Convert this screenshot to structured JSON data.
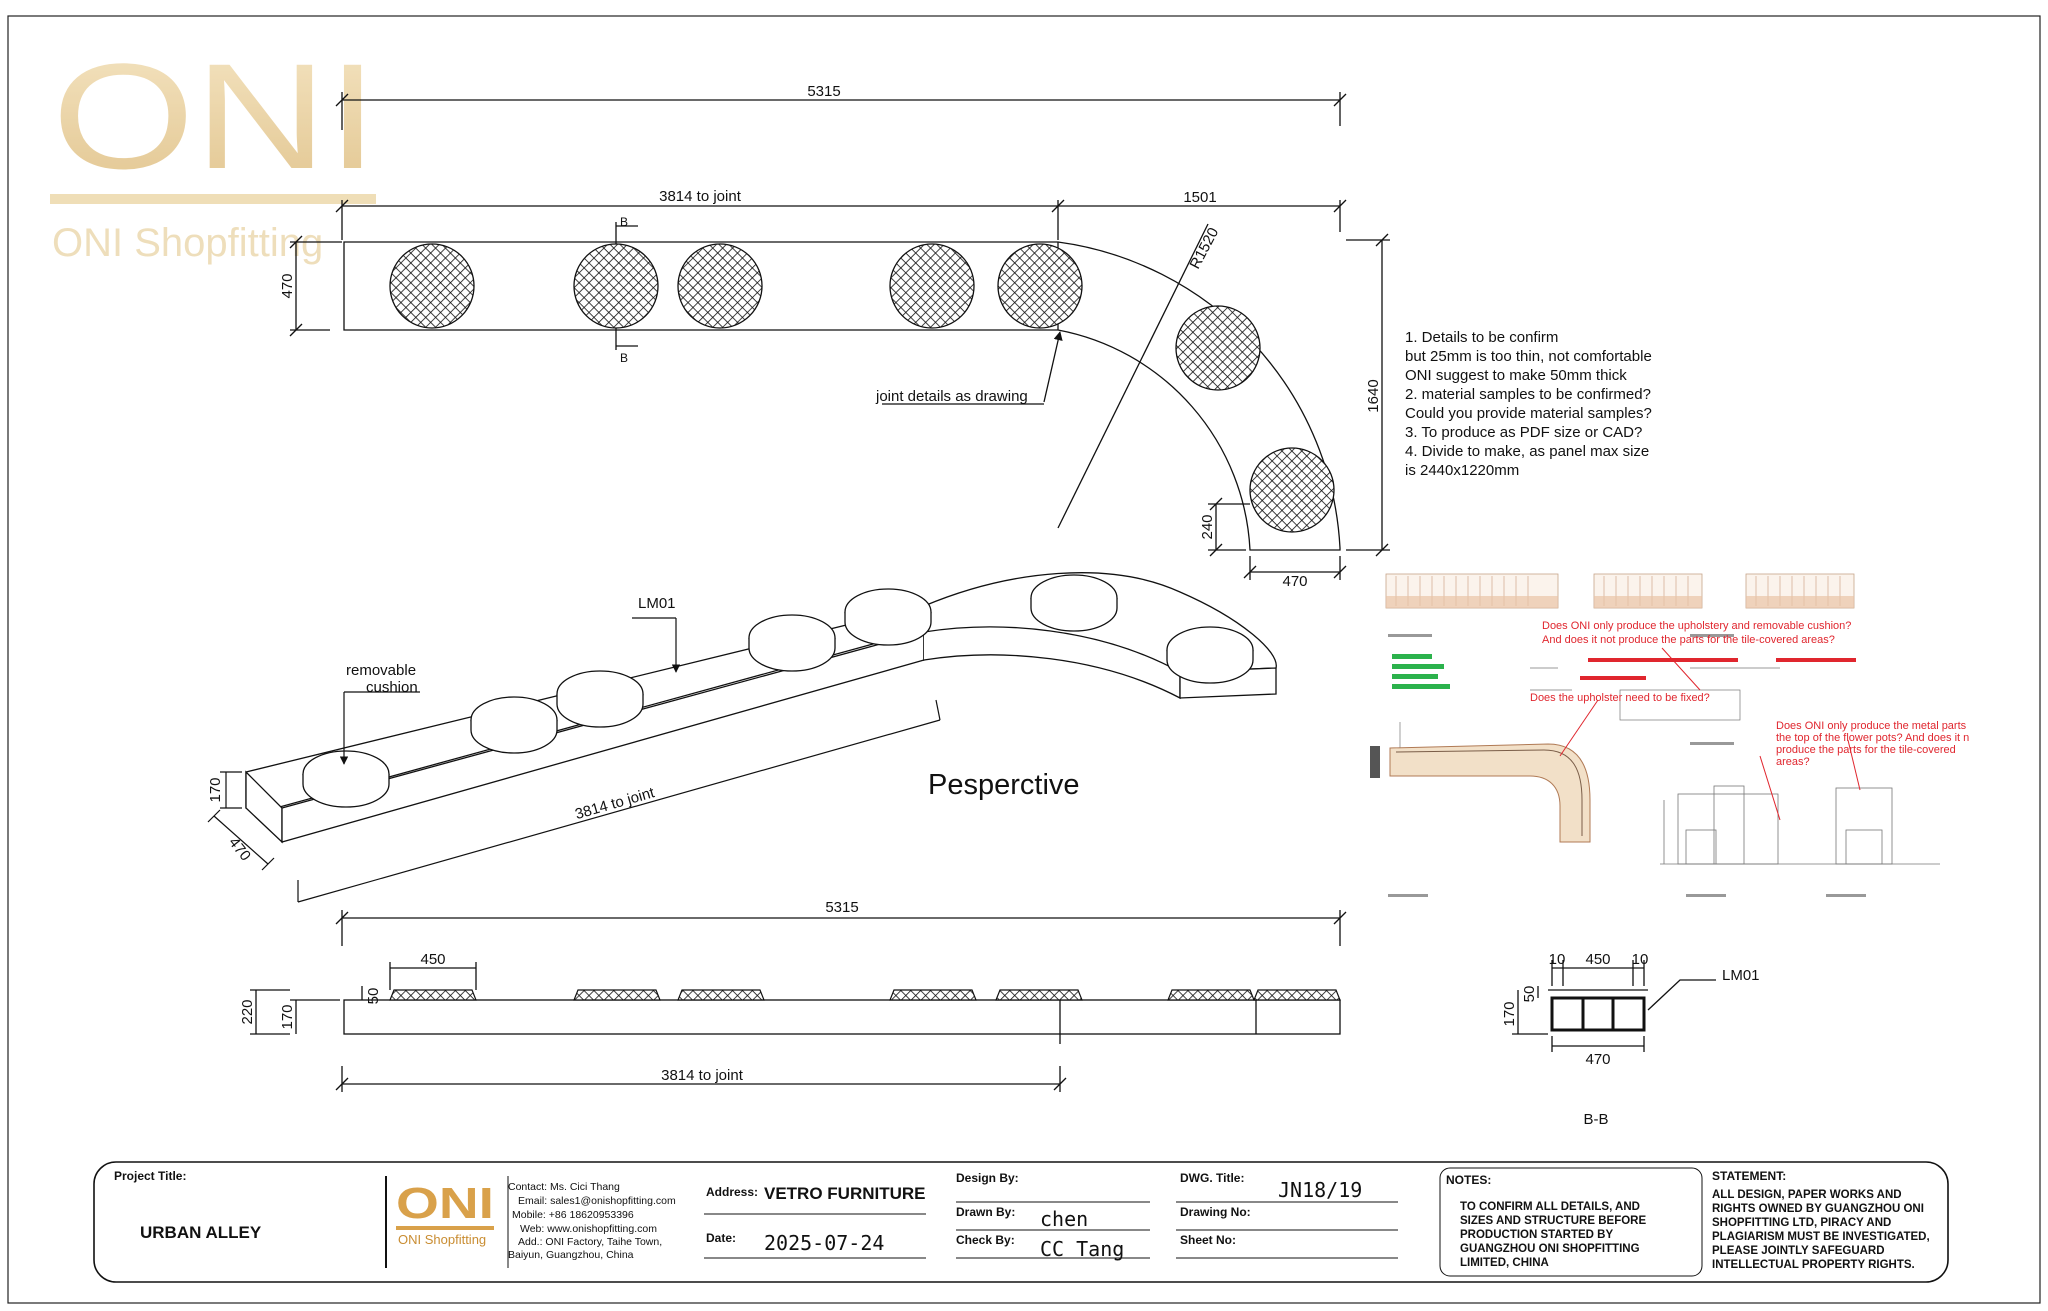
{
  "watermark": {
    "logo_text": "ONI",
    "logo_sub": "ONI Shopfitting"
  },
  "plan": {
    "dim_total": "5315",
    "dim_to_joint": "3814 to joint",
    "dim_right": "1501",
    "dim_radius": "R1520",
    "dim_width": "470",
    "dim_height": "1640",
    "dim_end_length": "240",
    "dim_end_width": "470",
    "section_mark": "B",
    "joint_note": "joint details as drawing"
  },
  "notes": [
    "1.       Details to be confirm",
    "but 25mm is too thin, not comfortable",
    "ONI suggest to make 50mm thick",
    "2.       material samples to be confirmed?",
    "Could you provide material samples?",
    "3.       To produce as PDF size or CAD?",
    "4.       Divide to make, as panel max size",
    "is 2440x1220mm"
  ],
  "perspective": {
    "material_tag": "LM01",
    "cushion_label_1": "removable",
    "cushion_label_2": "cushion",
    "dim_height": "170",
    "dim_width": "470",
    "dim_length": "3814 to joint",
    "title": "Pesperctive"
  },
  "elevation": {
    "dim_total": "5315",
    "dim_cushion": "450",
    "dim_cushion_h": "50",
    "dim_total_h": "220",
    "dim_base_h": "170",
    "dim_to_joint": "3814 to joint"
  },
  "section": {
    "dim_side_left": "10",
    "dim_mid": "450",
    "dim_side_right": "10",
    "dim_top": "50",
    "dim_height": "170",
    "dim_width": "470",
    "material_tag": "LM01",
    "title": "B-B"
  },
  "reference_image": {
    "question_1a": "Does ONI only produce the upholstery and removable cushion?",
    "question_1b": "And does it not produce the parts for the tile-covered areas?",
    "question_2": "Does the upholster need to be fixed?",
    "question_3a": "Does ONI only produce the metal parts",
    "question_3b": "the top of the flower pots? And does it n",
    "question_3c": "produce the parts for the tile-covered",
    "question_3d": "areas?"
  },
  "title_block": {
    "project_label": "Project Title:",
    "project_value": "URBAN ALLEY",
    "logo_text": "ONI",
    "logo_sub": "ONI Shopfitting",
    "contact_1": "Contact: Ms. Cici Thang",
    "contact_2": "Email: sales1@onishopfitting.com",
    "contact_3": "Mobile:  +86 18620953396",
    "contact_4": "Web: www.onishopfitting.com",
    "contact_5": "Add.:  ONI Factory, Taihe Town,",
    "contact_6": "Baiyun, Guangzhou, China",
    "address_label": "Address:",
    "address_value": "VETRO FURNITURE",
    "date_label": "Date:",
    "date_value": "2025-07-24",
    "design_label": "Design By:",
    "drawn_label": "Drawn By:",
    "drawn_value": "chen",
    "check_label": "Check By:",
    "check_value": "CC Tang",
    "dwg_label": "DWG. Title:",
    "dwg_value": "JN18/19",
    "drawing_no_label": "Drawing No:",
    "sheet_no_label": "Sheet No:",
    "notes_title": "NOTES:",
    "notes_lines": [
      "TO CONFIRM ALL DETAILS, AND",
      "SIZES AND STRUCTURE BEFORE",
      "PRODUCTION STARTED BY",
      "GUANGZHOU ONI SHOPFITTING",
      "LIMITED, CHINA"
    ],
    "statement_title": "STATEMENT:",
    "statement_lines": [
      "ALL DESIGN, PAPER WORKS AND",
      "RIGHTS OWNED BY GUANGZHOU ONI",
      "SHOPFITTING LTD, PIRACY AND",
      "PLAGIARISM MUST BE INVESTIGATED,",
      "PLEASE JOINTLY SAFEGUARD",
      "INTELLECTUAL PROPERTY RIGHTS."
    ]
  },
  "colors": {
    "gold": "#e7c98d",
    "annotation_red": "#e0262e",
    "line": "#111111"
  }
}
